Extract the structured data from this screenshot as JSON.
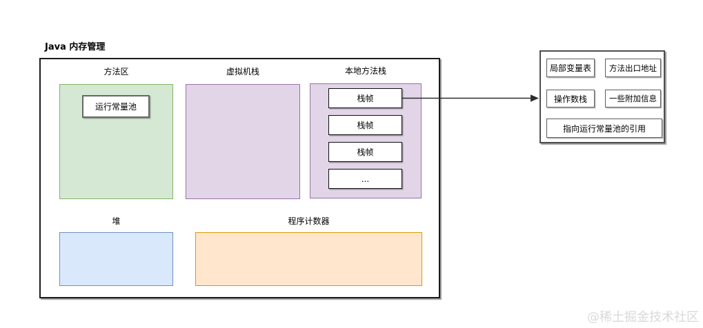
{
  "title": "Java 内存管理",
  "watermark": "@稀土掘金技术社区",
  "colors": {
    "method_area_fill": "#d5e8d4",
    "method_area_stroke": "#82b366",
    "stack_fill": "#e1d5e7",
    "stack_stroke": "#9673a6",
    "heap_fill": "#dae8fc",
    "heap_stroke": "#6c8ebf",
    "program_counter_fill": "#ffe6cc",
    "program_counter_stroke": "#d79b00",
    "box_shadow_gray": "#9b9b9b",
    "watermark_gray": "#d9d9d9"
  },
  "regions": {
    "method_area": {
      "label": "方法区",
      "runtime_constant_pool": "运行常量池"
    },
    "vm_stack": {
      "label": "虚拟机栈"
    },
    "native_method_stack": {
      "label": "本地方法栈",
      "frames": [
        "栈帧",
        "栈帧",
        "栈帧",
        "..."
      ]
    },
    "heap": {
      "label": "堆"
    },
    "program_counter": {
      "label": "程序计数器"
    }
  },
  "stack_frame_detail": {
    "local_variable_table": "局部变量表",
    "method_exit_address": "方法出口地址",
    "operand_stack": "操作数栈",
    "additional_info": "一些附加信息",
    "constant_pool_reference": "指向运行常量池的引用"
  }
}
